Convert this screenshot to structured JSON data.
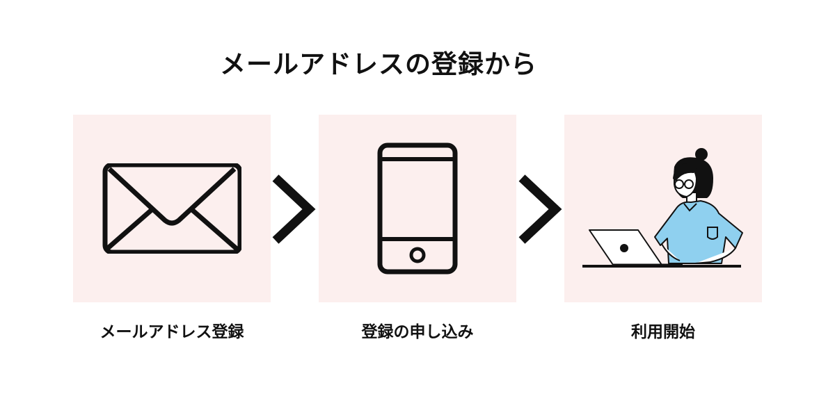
{
  "title": "メールアドレスの登録から",
  "colors": {
    "box_background": "#fcefee",
    "ink": "#111111",
    "shirt": "#8fd0ef"
  },
  "steps": [
    {
      "label": "メールアドレス登録",
      "icon": "envelope-icon"
    },
    {
      "label": "登録の申し込み",
      "icon": "smartphone-icon"
    },
    {
      "label": "利用開始",
      "icon": "woman-with-laptop-illustration"
    }
  ],
  "connectors": [
    "chevron-right-icon",
    "chevron-right-icon"
  ]
}
